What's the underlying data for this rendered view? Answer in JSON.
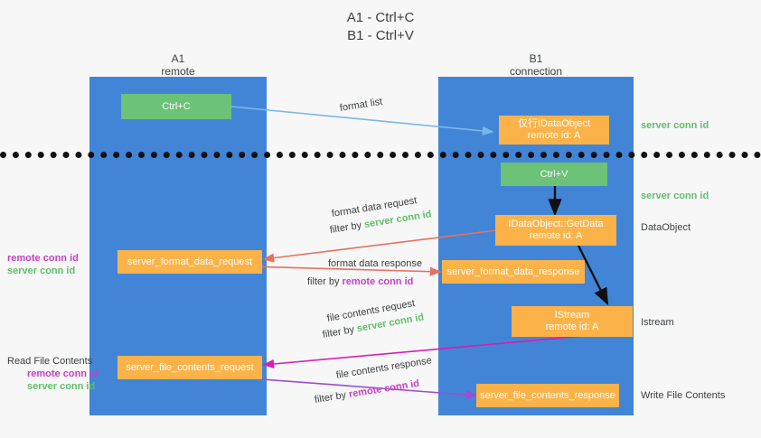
{
  "title": {
    "line1": "A1 - Ctrl+C",
    "line2": "B1 - Ctrl+V"
  },
  "lanes": [
    {
      "name": "A1",
      "sub": "remote"
    },
    {
      "name": "B1",
      "sub": "connection"
    }
  ],
  "boxes": {
    "ctrl_c": "Ctrl+C",
    "ctrl_v": "Ctrl+V",
    "idataobject_title": "仅行IDataObject",
    "idataobject_sub": "remote id: A",
    "getdata_title": "IDataObject::GetData",
    "getdata_sub": "remote id: A",
    "istream_title": "IStream",
    "istream_sub": "remote id: A",
    "server_format_data_request": "server_format_data_request",
    "server_format_data_response": "server_format_data_response",
    "server_file_contents_request": "server_file_contents_request",
    "server_file_contents_response": "server_file_contents_response"
  },
  "notes": {
    "format_list": "format list",
    "format_data_request": "format data request",
    "format_data_request_filter_prefix": "filter by ",
    "format_data_request_filter_value": "server conn id",
    "format_data_response": "format data response",
    "format_data_response_filter_prefix": "filter by ",
    "format_data_response_filter_value": "remote conn id",
    "file_contents_request": "file contents request",
    "file_contents_request_filter_prefix": "filter by ",
    "file_contents_request_filter_value": "server conn id",
    "file_contents_response": "file contents response",
    "file_contents_response_filter_prefix": "filter by ",
    "file_contents_response_filter_value": "remote conn id"
  },
  "right_labels": {
    "server_conn_id_top": "server conn id",
    "server_conn_id_mid": "server conn id",
    "dataobject": "DataObject",
    "istream": "Istream",
    "write_file_contents": "Write File Contents"
  },
  "left_labels": {
    "mid_remote": "remote conn id",
    "mid_server": "server conn id",
    "read_file_contents": "Read File Contents",
    "low_remote": "remote conn id",
    "low_server": "server conn id"
  },
  "colors": {
    "lane": "#4285d6",
    "green_box": "#6cc276",
    "orange_box": "#fbb349",
    "server_conn_id": "#5fbf6a",
    "remote_conn_id": "#c73fc7",
    "arrow_blue": "#7ab8e8",
    "arrow_red": "#e8705f",
    "arrow_black": "#111111",
    "arrow_magenta": "#d61fb5",
    "arrow_purple": "#9b4fd0",
    "background": "#f7f7f7"
  }
}
